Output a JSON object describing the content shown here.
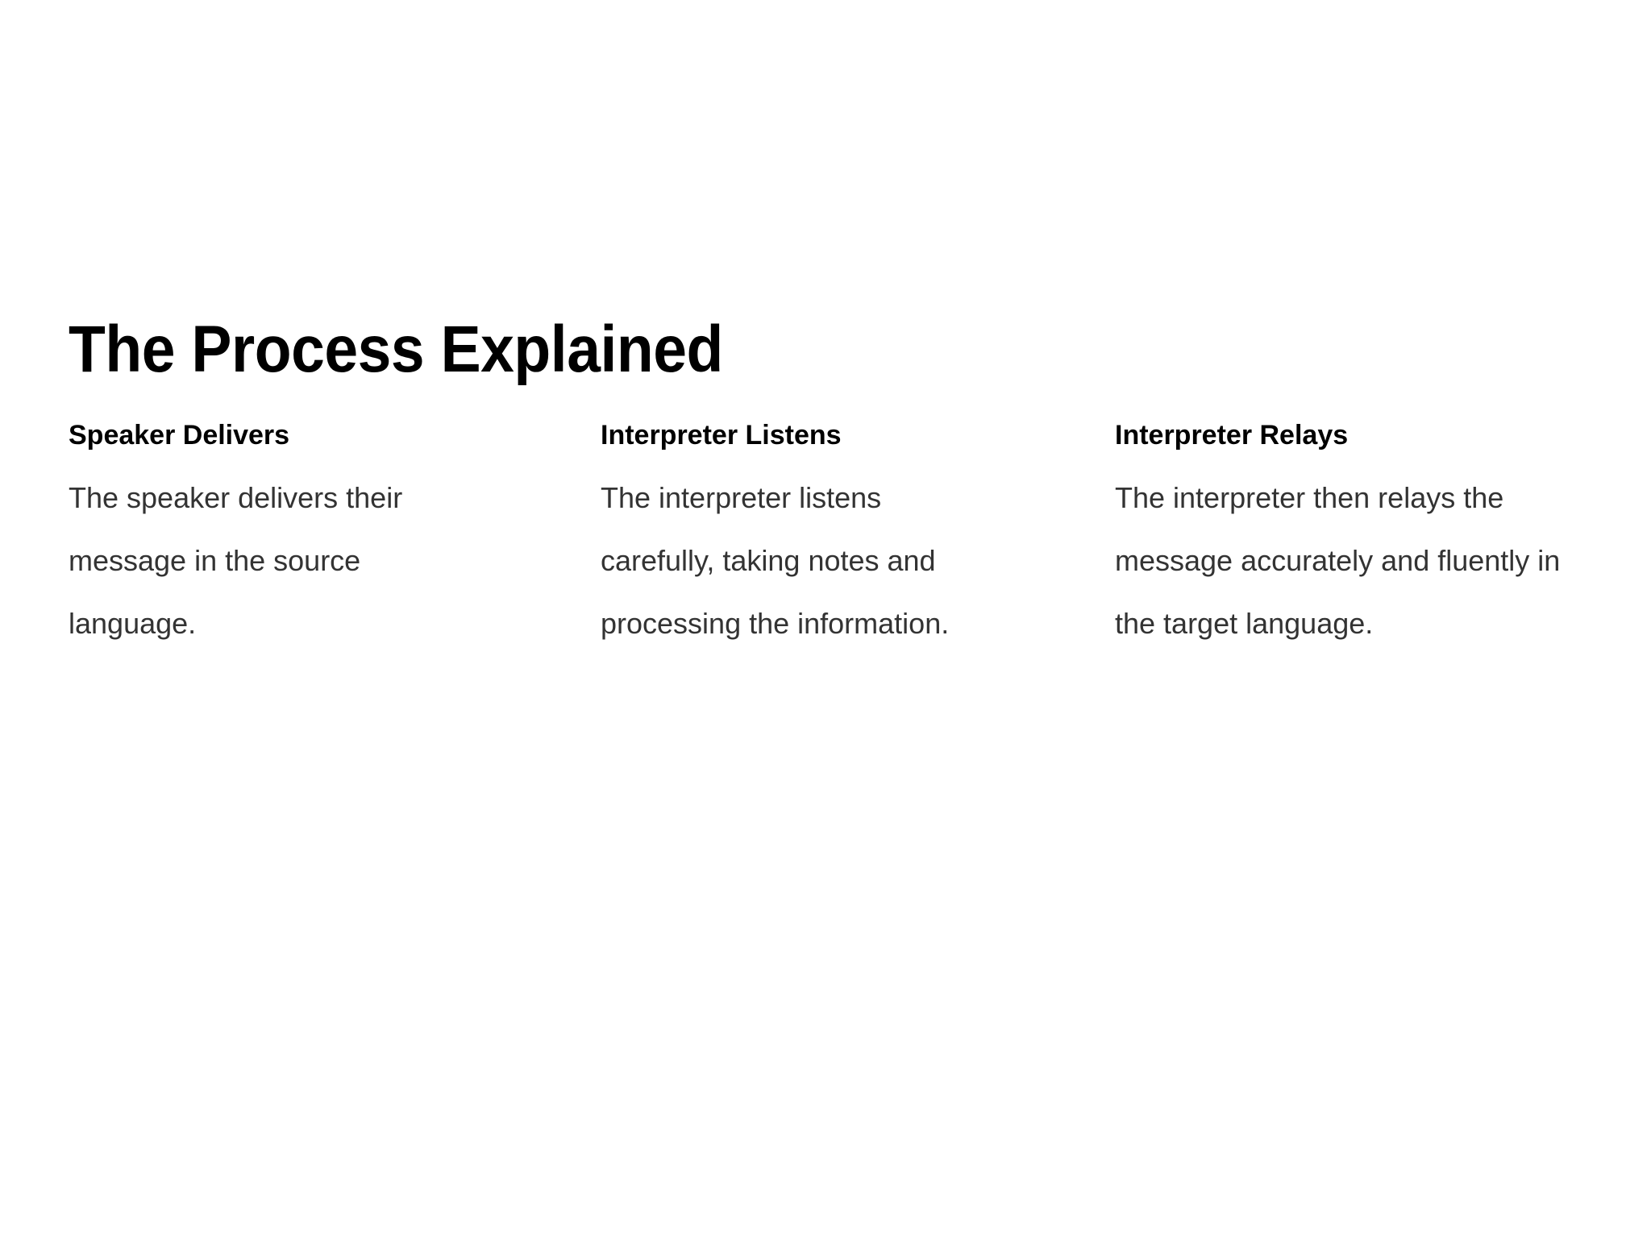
{
  "slide": {
    "title": "The Process Explained",
    "background_color": "#ffffff",
    "title_color": "#000000",
    "heading_color": "#000000",
    "body_color": "#333333",
    "columns": [
      {
        "heading": "Speaker Delivers",
        "body": "The speaker delivers their message in the source language."
      },
      {
        "heading": "Interpreter Listens",
        "body": "The interpreter listens carefully, taking notes and processing the information."
      },
      {
        "heading": "Interpreter Relays",
        "body": "The interpreter then relays the message accurately and fluently in the target language."
      }
    ]
  }
}
